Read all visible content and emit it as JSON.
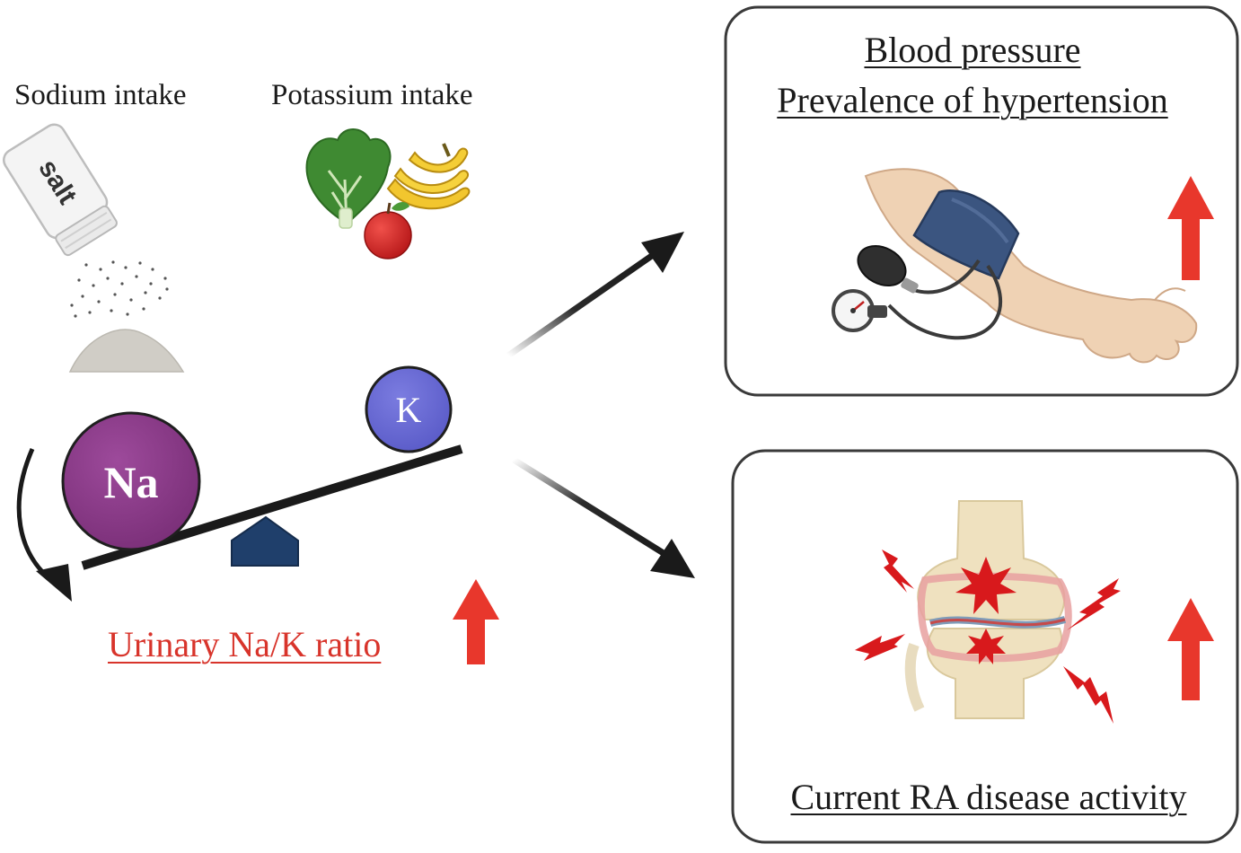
{
  "labels": {
    "sodium_intake": "Sodium intake",
    "potassium_intake": "Potassium intake",
    "salt_word": "salt",
    "na_symbol": "Na",
    "k_symbol": "K",
    "ratio": "Urinary Na/K ratio",
    "bp_title_1": "Blood pressure",
    "bp_title_2": "Prevalence of hypertension",
    "ra_title": "Current RA disease activity"
  },
  "colors": {
    "na_ball": "#8e3a8c",
    "k_ball": "#6a6bd6",
    "fulcrum": "#1f3f6b",
    "up_arrow": "#e8372c",
    "ratio_text": "#d8342b",
    "box_border": "#3a3a3a",
    "cuff": "#3b5580",
    "arm_skin": "#efd2b4"
  },
  "icons": {
    "salt": "salt-shaker-icon",
    "vegetables": "vegetables-fruit-icon",
    "bp": "blood-pressure-cuff-icon",
    "joint": "inflamed-joint-icon"
  }
}
